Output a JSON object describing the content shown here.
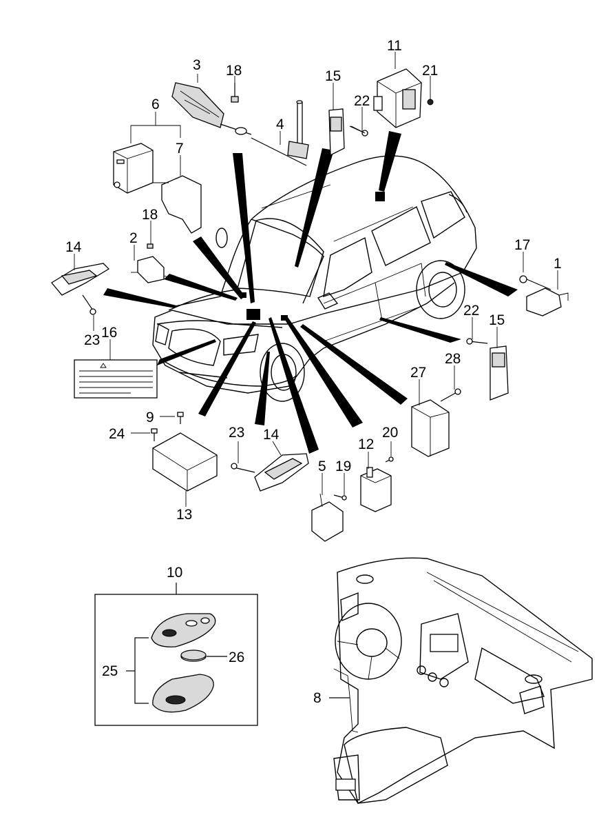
{
  "callouts": {
    "c1": "1",
    "c2": "2",
    "c3": "3",
    "c4": "4",
    "c5": "5",
    "c6": "6",
    "c7": "7",
    "c8": "8",
    "c9": "9",
    "c10": "10",
    "c11": "11",
    "c12": "12",
    "c13": "13",
    "c14a": "14",
    "c14b": "14",
    "c15a": "15",
    "c15b": "15",
    "c16": "16",
    "c17": "17",
    "c18a": "18",
    "c18b": "18",
    "c19": "19",
    "c20": "20",
    "c21": "21",
    "c22a": "22",
    "c22b": "22",
    "c23a": "23",
    "c23b": "23",
    "c24": "24",
    "c25": "25",
    "c26": "26",
    "c27": "27",
    "c28": "28"
  }
}
